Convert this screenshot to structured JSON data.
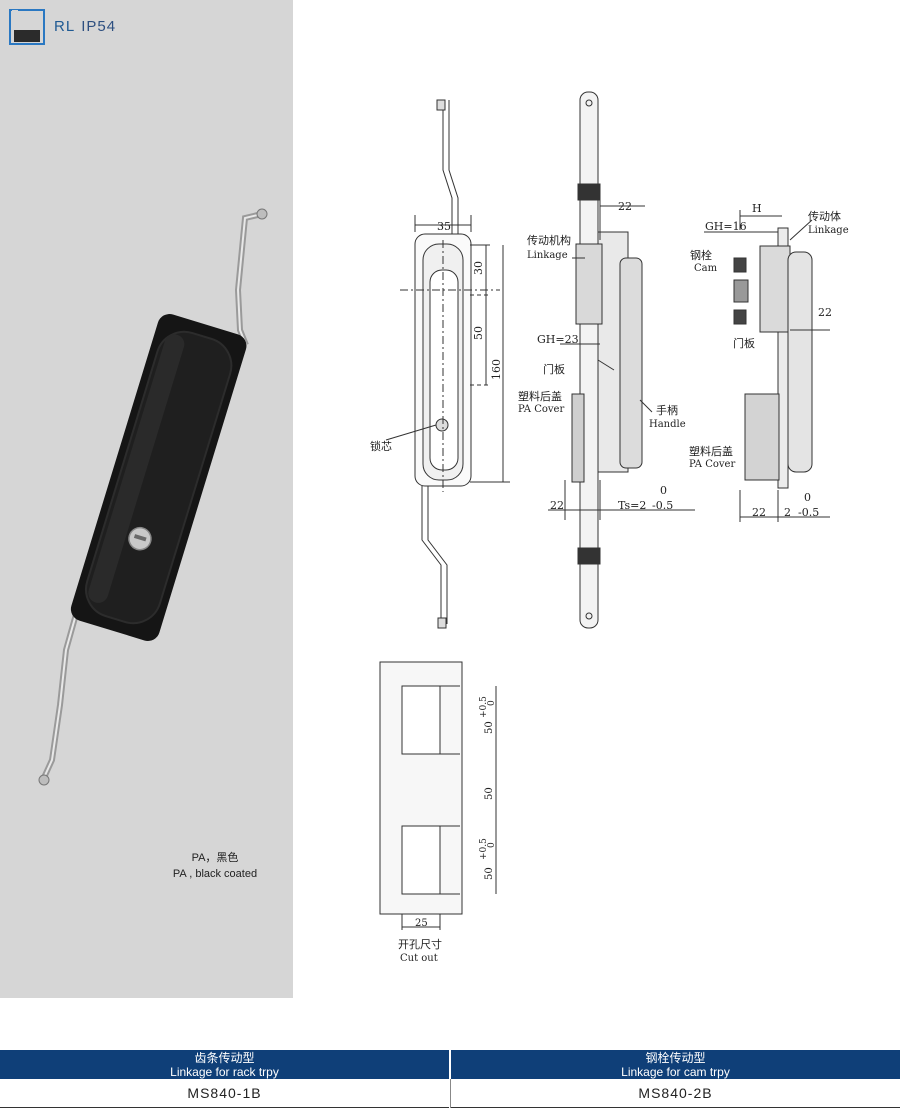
{
  "brand": {
    "series": "RL",
    "rating": "IP54"
  },
  "material": {
    "line1": "PA，黑色",
    "line2": "PA , black coated"
  },
  "front_view": {
    "width_35": "35",
    "dim_30": "30",
    "dim_50": "50",
    "height_160": "160",
    "lock_core": "锁芯"
  },
  "side_view_rack": {
    "linkage_cn": "传动机构",
    "linkage_en": "Linkage",
    "dim_22_top": "22",
    "gh": "GH=23",
    "door_panel": "门板",
    "handle_cn": "手柄",
    "handle_en": "Handle",
    "cover_cn": "塑料后盖",
    "cover_en": "PA Cover",
    "dim_22_bottom": "22",
    "ts": "Ts=2",
    "tol_upper": "0",
    "tol_lower": "-0.5"
  },
  "side_view_cam": {
    "h": "H",
    "gh": "GH=16",
    "linkage_cn": "传动体",
    "linkage_en": "Linkage",
    "cam_cn": "钢栓",
    "cam_en": "Cam",
    "dim_22_right": "22",
    "door_panel": "门板",
    "cover_cn": "塑料后盖",
    "cover_en": "PA Cover",
    "dim_22_bottom": "22",
    "ts": "2",
    "tol_upper": "0",
    "tol_lower": "-0.5"
  },
  "cutout": {
    "tol1": "+0.5",
    "tol1b": "0",
    "d50a": "50",
    "d50b": "50",
    "tol2": "+0.5",
    "tol2b": "0",
    "d50c": "50",
    "d25": "25",
    "label_cn": "开孔尺寸",
    "label_en": "Cut out"
  },
  "table": {
    "col1": {
      "title_cn": "齿条传动型",
      "title_en": "Linkage for rack trpy",
      "model": "MS840-1B"
    },
    "col2": {
      "title_cn": "钢栓传动型",
      "title_en": "Linkage for cam trpy",
      "model": "MS840-2B"
    }
  }
}
